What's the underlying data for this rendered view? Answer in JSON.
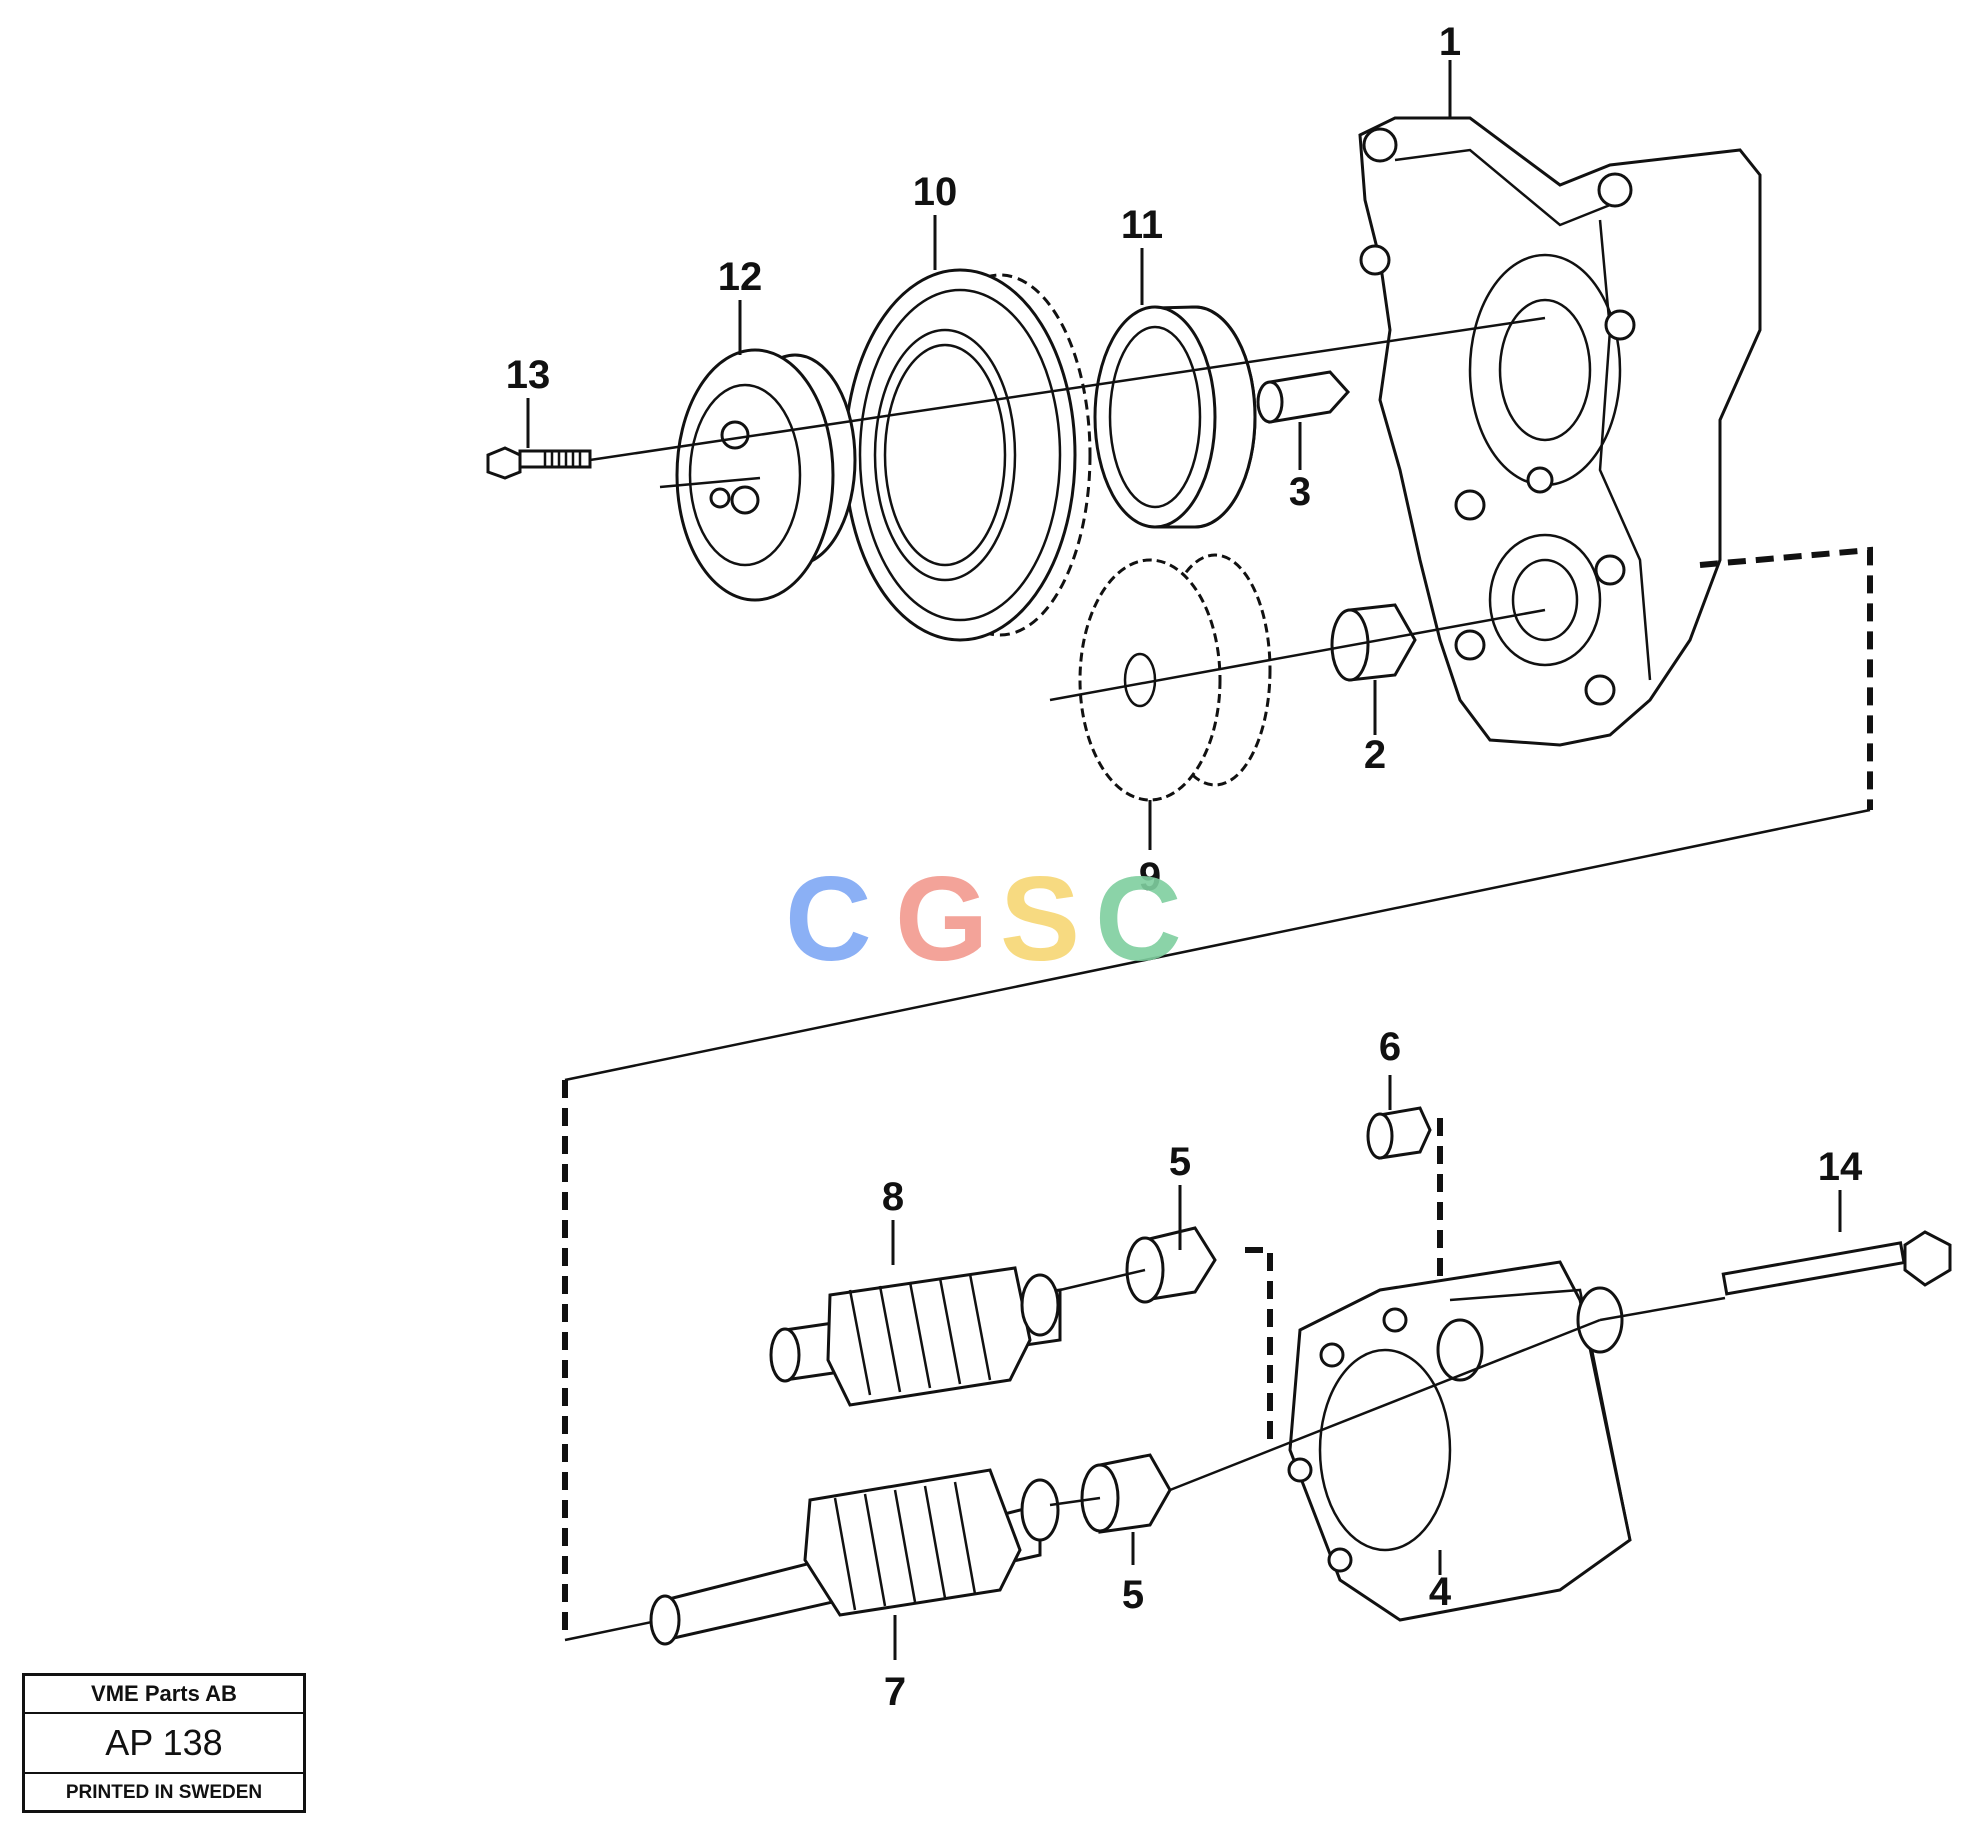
{
  "callouts": {
    "c1": "1",
    "c2": "2",
    "c3": "3",
    "c4": "4",
    "c5a": "5",
    "c5b": "5",
    "c6": "6",
    "c7": "7",
    "c8": "8",
    "c9": "9",
    "c10": "10",
    "c11": "11",
    "c12": "12",
    "c13": "13",
    "c14": "14"
  },
  "watermark": {
    "letters": [
      "C",
      "G",
      "S",
      "C"
    ],
    "colors": [
      "#7fa8f5",
      "#f29a8e",
      "#f7d774",
      "#7fcf9f"
    ]
  },
  "title_block": {
    "company": "VME Parts AB",
    "code": "AP 138",
    "note": "PRINTED IN SWEDEN"
  }
}
